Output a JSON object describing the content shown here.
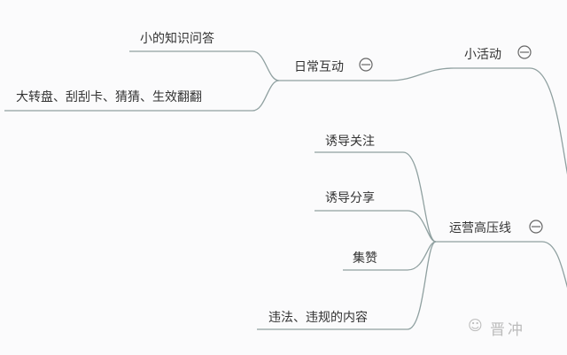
{
  "mindmap": {
    "nodes": [
      {
        "id": "xiaohuodong",
        "label": "小活动",
        "collapse_icon": "minus-circle-icon"
      },
      {
        "id": "richanghudong",
        "label": "日常互动",
        "collapse_icon": "minus-circle-icon",
        "parent": "xiaohuodong"
      },
      {
        "id": "zhishi",
        "label": "小的知识问答",
        "parent": "richanghudong"
      },
      {
        "id": "zhuanpan",
        "label": "大转盘、刮刮卡、猜猜、生效翻翻",
        "parent": "richanghudong"
      },
      {
        "id": "yunying",
        "label": "运营高压线",
        "collapse_icon": "minus-circle-icon"
      },
      {
        "id": "guanzhu",
        "label": "诱导关注",
        "parent": "yunying"
      },
      {
        "id": "fenxiang",
        "label": "诱导分享",
        "parent": "yunying"
      },
      {
        "id": "jizan",
        "label": "集赞",
        "parent": "yunying"
      },
      {
        "id": "weifa",
        "label": "违法、违规的内容",
        "parent": "yunying"
      }
    ],
    "line_color": "#8fa0a0"
  },
  "watermark": {
    "text": "晋冲",
    "icon": "wechat-icon"
  }
}
